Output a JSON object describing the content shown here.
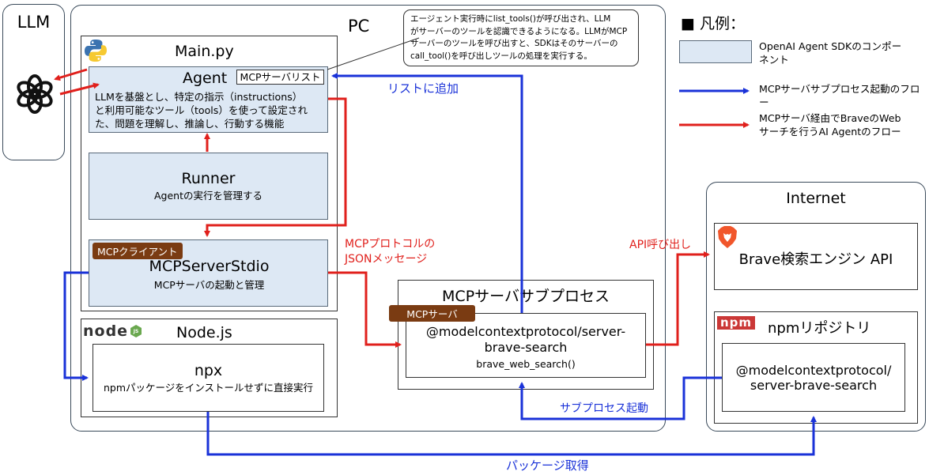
{
  "llm": {
    "title": "LLM",
    "icon": "openai-logo-icon"
  },
  "pc": {
    "title": "PC"
  },
  "main_py": {
    "title": "Main.py",
    "icon": "python-logo-icon"
  },
  "agent": {
    "title": "Agent",
    "list_label": "MCPサーバリスト",
    "desc_lines": [
      "LLMを基盤とし、特定の指示（instructions）",
      "と利用可能なツール（tools）を使って設定され",
      "た、問題を理解し、推論し、行動する機能"
    ]
  },
  "runner": {
    "title": "Runner",
    "desc": "Agentの実行を管理する"
  },
  "mcp_client": {
    "tag": "MCPクライアント",
    "title": "MCPServerStdio",
    "desc": "MCPサーバの起動と管理"
  },
  "nodejs": {
    "title": "Node.js",
    "icon": "nodejs-logo-icon",
    "logo_text": "node",
    "logo_js": "JS"
  },
  "npx": {
    "title": "npx",
    "desc": "npmパッケージをインストールせずに直接実行"
  },
  "subprocess": {
    "title": "MCPサーバサブプロセス",
    "tag": "MCPサーバ",
    "line1": "@modelcontextprotocol/server-",
    "line2": "brave-search",
    "line3": "brave_web_search()"
  },
  "callout": {
    "lines": [
      "エージェント実行時にlist_tools()が呼び出され、LLM",
      "がサーバーのツールを認識できるようになる。LLMがMCP",
      "サーバーのツールを呼び出すと、SDKはそのサーバーの",
      "call_tool()を呼び出しツールの処理を実行する。"
    ]
  },
  "legend": {
    "title": "■ 凡例：",
    "component_lines": [
      "OpenAI Agent SDKのコンポー",
      "ネント"
    ],
    "blue_label": "MCPサーバサブプロセス起動のフロー",
    "red_lines": [
      "MCPサーバ経由でBraveのWeb",
      "サーチを行うAI Agentのフロー"
    ],
    "colors": {
      "blue": "#1a32d8",
      "red": "#e0201c",
      "component": "#dde8f4"
    }
  },
  "internet": {
    "title": "Internet",
    "brave": {
      "title": "Brave検索エンジン API",
      "icon": "brave-lion-icon"
    },
    "npm_repo": {
      "title": "npmリポジトリ",
      "logo": "npm",
      "line1": "@modelcontextprotocol/",
      "line2": "server-brave-search"
    }
  },
  "labels": {
    "list_add": "リストに追加",
    "mcp_protocol_1": "MCPプロトコルの",
    "mcp_protocol_2": "JSONメッセージ",
    "api_call": "API呼び出し",
    "subprocess_start": "サブプロセス起動",
    "package_get": "パッケージ取得"
  }
}
